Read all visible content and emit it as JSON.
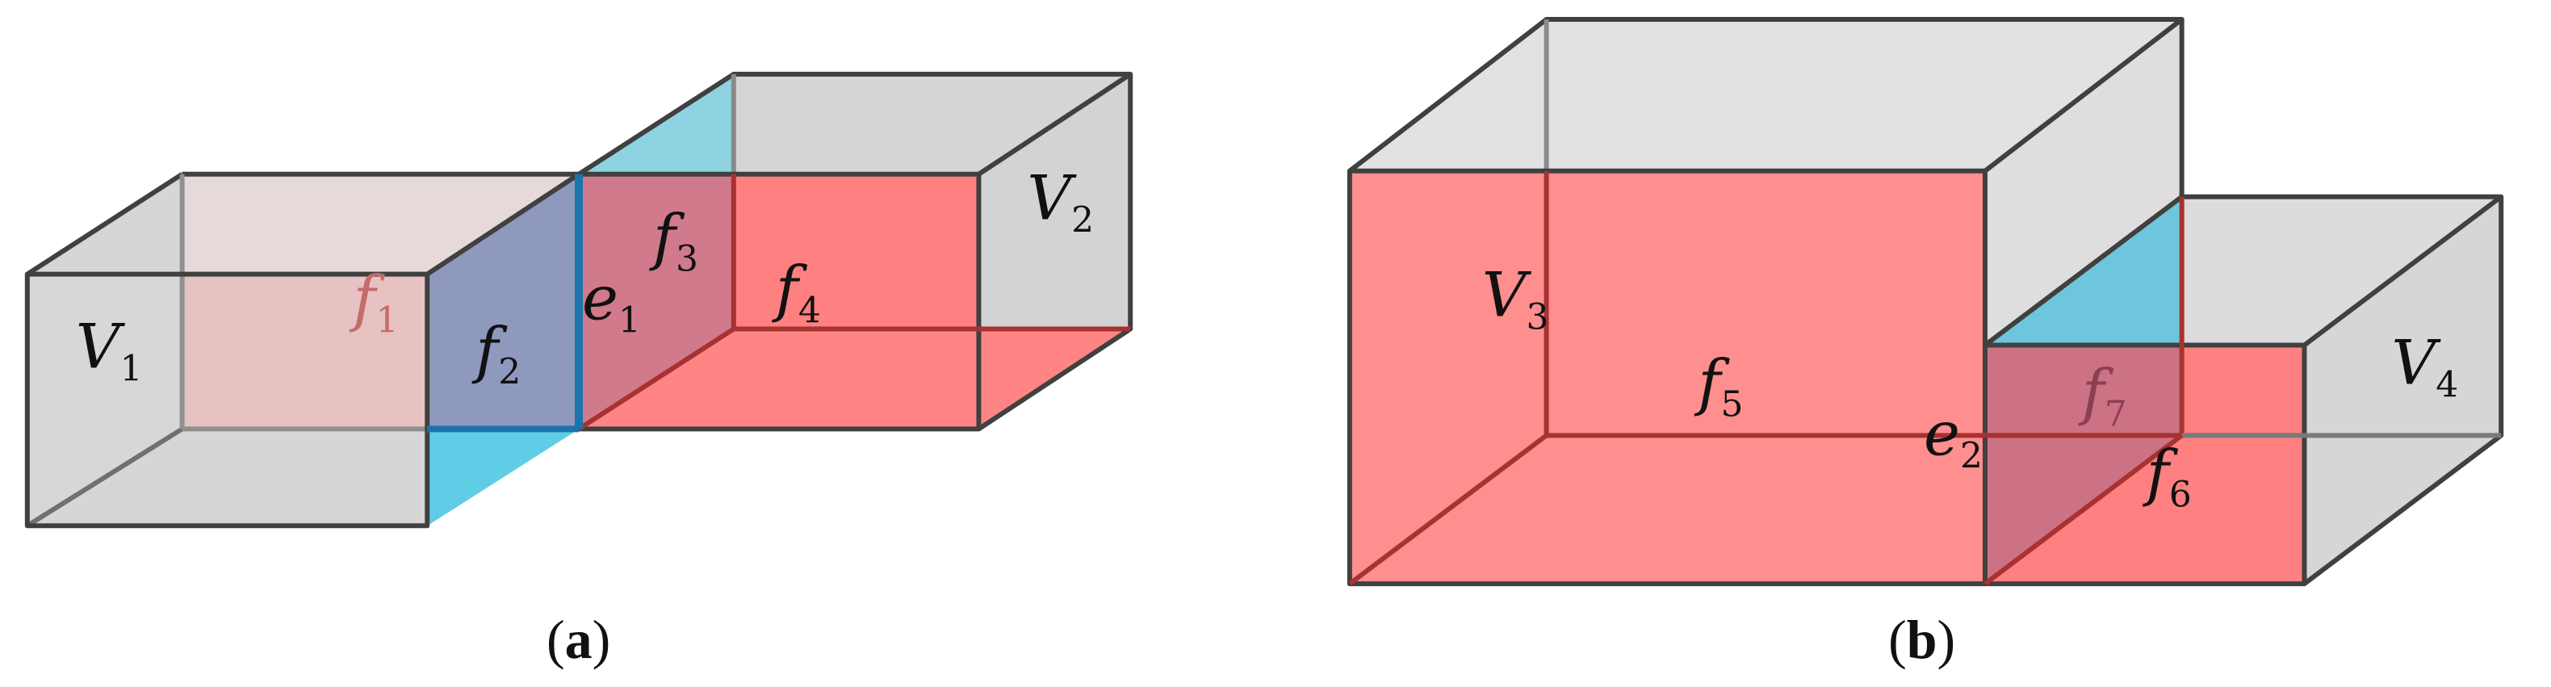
{
  "colors": {
    "background": "#ffffff",
    "gray_face": "#d9d9d9",
    "gray_face_light": "#e2e2e2",
    "red_face": "#ff8080",
    "red_face_light": "#f7a6a6",
    "purple_face": "#8f98bd",
    "mauve_face": "#d07a8c",
    "cyan_face": "#5fcde6",
    "cyan_face_light": "#8fd3e3",
    "edge": "#404040",
    "red_edge": "#a83232",
    "blue_edge": "#1c74ac"
  },
  "panel_a": {
    "caption": {
      "open": "(",
      "letter": "a",
      "close": ")"
    },
    "labels": {
      "v1": {
        "base": "V",
        "sub": "1"
      },
      "v2": {
        "base": "V",
        "sub": "2"
      },
      "f1": {
        "base": "f",
        "sub": "1"
      },
      "f2": {
        "base": "f",
        "sub": "2"
      },
      "f3": {
        "base": "f",
        "sub": "3"
      },
      "f4": {
        "base": "f",
        "sub": "4"
      },
      "e1": {
        "base": "e",
        "sub": "1"
      }
    }
  },
  "panel_b": {
    "caption": {
      "open": "(",
      "letter": "b",
      "close": ")"
    },
    "labels": {
      "v3": {
        "base": "V",
        "sub": "3"
      },
      "v4": {
        "base": "V",
        "sub": "4"
      },
      "f5": {
        "base": "f",
        "sub": "5"
      },
      "f6": {
        "base": "f",
        "sub": "6"
      },
      "f7": {
        "base": "f",
        "sub": "7"
      },
      "e2": {
        "base": "e",
        "sub": "2"
      }
    }
  }
}
